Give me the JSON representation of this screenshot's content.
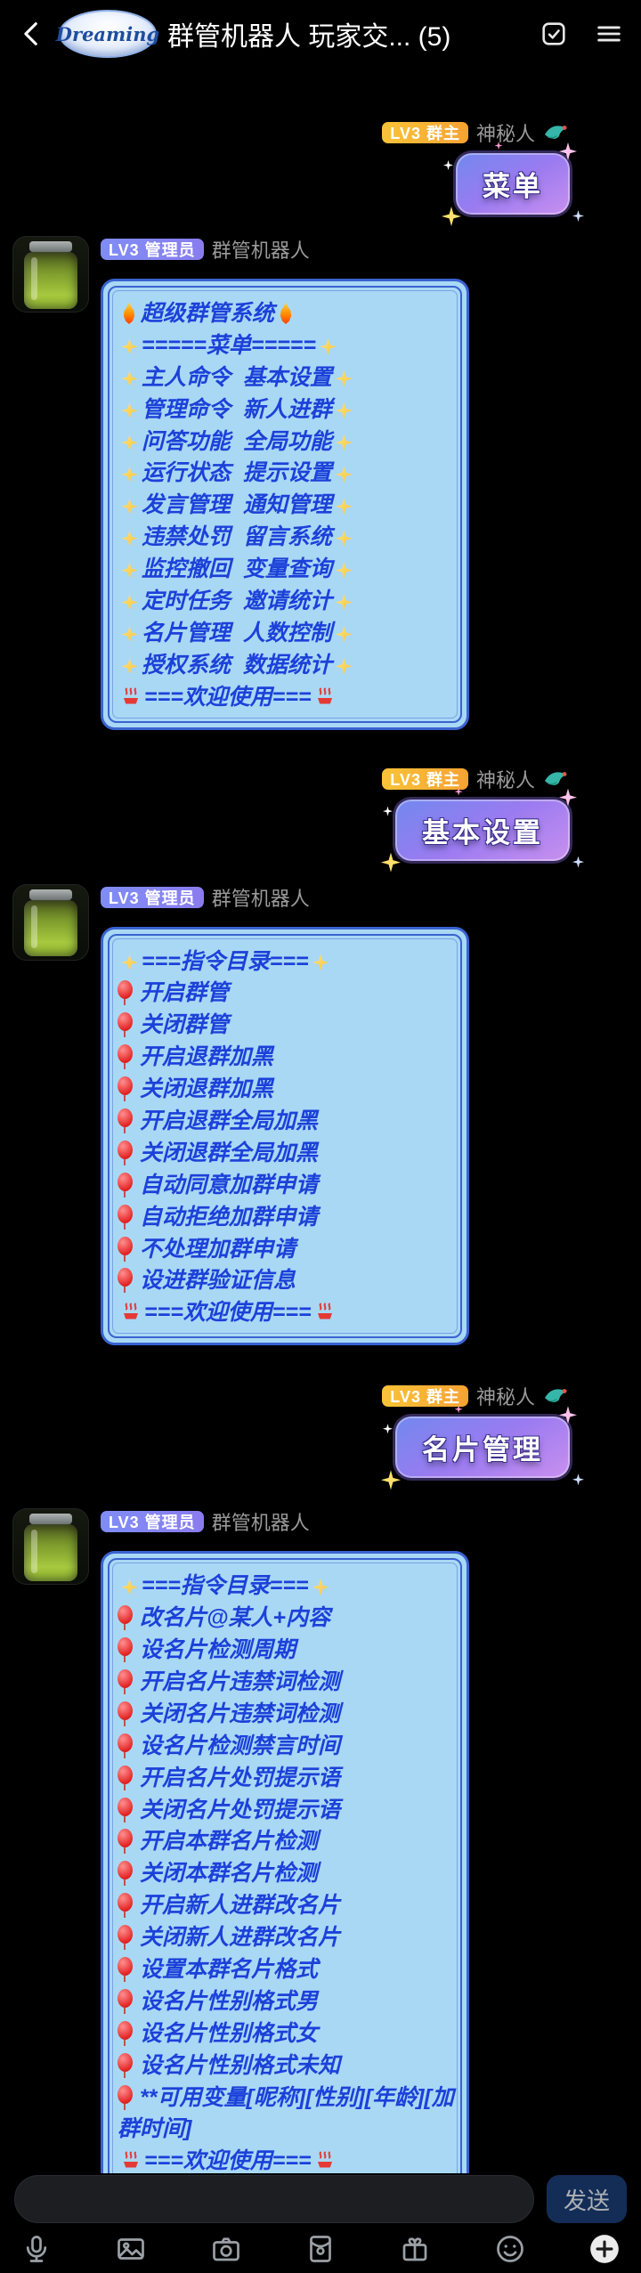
{
  "chrome": {
    "title": "群管机器人 玩家交... (5)",
    "logo_text": "Dreaming"
  },
  "badges": {
    "owner": "LV3 群主",
    "admin": "LV3 管理员"
  },
  "users": {
    "owner": {
      "name": "神秘人",
      "suffix_icon": "bird-icon"
    },
    "bot": {
      "name": "群管机器人",
      "avatar_icon": "pickle-jar-avatar"
    }
  },
  "messages": [
    {
      "side": "right",
      "badge": "owner",
      "sender": "owner",
      "bubble_type": "deco",
      "text": "菜单"
    },
    {
      "side": "left",
      "badge": "admin",
      "sender": "bot",
      "bubble_type": "bot",
      "lines": [
        {
          "l": "fire",
          "t": "超级群管系统",
          "r": "fire"
        },
        {
          "l": "sparkle",
          "t": "=====菜单=====",
          "r": "sparkle"
        },
        {
          "l": "sparkle",
          "t": "主人命令  基本设置",
          "r": "sparkle"
        },
        {
          "l": "sparkle",
          "t": "管理命令  新人进群",
          "r": "sparkle"
        },
        {
          "l": "sparkle",
          "t": "问答功能  全局功能",
          "r": "sparkle"
        },
        {
          "l": "sparkle",
          "t": "运行状态  提示设置",
          "r": "sparkle"
        },
        {
          "l": "sparkle",
          "t": "发言管理  通知管理",
          "r": "sparkle"
        },
        {
          "l": "sparkle",
          "t": "违禁处罚  留言系统",
          "r": "sparkle"
        },
        {
          "l": "sparkle",
          "t": "监控撤回  变量查询",
          "r": "sparkle"
        },
        {
          "l": "sparkle",
          "t": "定时任务  邀请统计",
          "r": "sparkle"
        },
        {
          "l": "sparkle",
          "t": "名片管理  人数控制",
          "r": "sparkle"
        },
        {
          "l": "sparkle",
          "t": "授权系统  数据统计",
          "r": "sparkle"
        },
        {
          "l": "hotspring",
          "t": "===欢迎使用===",
          "r": "hotspring"
        }
      ]
    },
    {
      "side": "right",
      "badge": "owner",
      "sender": "owner",
      "bubble_type": "deco",
      "text": "基本设置"
    },
    {
      "side": "left",
      "badge": "admin",
      "sender": "bot",
      "bubble_type": "bot",
      "lines": [
        {
          "l": "sparkle",
          "t": "===指令目录===",
          "r": "sparkle"
        },
        {
          "l": "balloon",
          "t": "开启群管"
        },
        {
          "l": "balloon",
          "t": "关闭群管"
        },
        {
          "l": "balloon",
          "t": "开启退群加黑"
        },
        {
          "l": "balloon",
          "t": "关闭退群加黑"
        },
        {
          "l": "balloon",
          "t": "开启退群全局加黑"
        },
        {
          "l": "balloon",
          "t": "关闭退群全局加黑"
        },
        {
          "l": "balloon",
          "t": "自动同意加群申请"
        },
        {
          "l": "balloon",
          "t": "自动拒绝加群申请"
        },
        {
          "l": "balloon",
          "t": "不处理加群申请"
        },
        {
          "l": "balloon",
          "t": "设进群验证信息"
        },
        {
          "l": "hotspring",
          "t": "===欢迎使用===",
          "r": "hotspring"
        }
      ]
    },
    {
      "side": "right",
      "badge": "owner",
      "sender": "owner",
      "bubble_type": "deco",
      "text": "名片管理"
    },
    {
      "side": "left",
      "badge": "admin",
      "sender": "bot",
      "bubble_type": "bot",
      "lines": [
        {
          "l": "sparkle",
          "t": "===指令目录===",
          "r": "sparkle"
        },
        {
          "l": "balloon",
          "t": "改名片@某人+内容"
        },
        {
          "l": "balloon",
          "t": "设名片检测周期"
        },
        {
          "l": "balloon",
          "t": "开启名片违禁词检测"
        },
        {
          "l": "balloon",
          "t": "关闭名片违禁词检测"
        },
        {
          "l": "balloon",
          "t": "设名片检测禁言时间"
        },
        {
          "l": "balloon",
          "t": "开启名片处罚提示语"
        },
        {
          "l": "balloon",
          "t": "关闭名片处罚提示语"
        },
        {
          "l": "balloon",
          "t": "开启本群名片检测"
        },
        {
          "l": "balloon",
          "t": "关闭本群名片检测"
        },
        {
          "l": "balloon",
          "t": "开启新人进群改名片"
        },
        {
          "l": "balloon",
          "t": "关闭新人进群改名片"
        },
        {
          "l": "balloon",
          "t": "设置本群名片格式"
        },
        {
          "l": "balloon",
          "t": "设名片性别格式男"
        },
        {
          "l": "balloon",
          "t": "设名片性别格式女"
        },
        {
          "l": "balloon",
          "t": "设名片性别格式未知"
        },
        {
          "l": "balloon",
          "t": "**可用变量[昵称][性别][年龄][加群时间]"
        },
        {
          "l": "hotspring",
          "t": "===欢迎使用===",
          "r": "hotspring"
        }
      ]
    }
  ],
  "composer": {
    "send_label": "发送",
    "input_value": ""
  },
  "toolbar_icons": [
    "mic-icon",
    "image-icon",
    "camera-icon",
    "red-packet-icon",
    "gift-icon",
    "emoji-icon",
    "plus-icon"
  ],
  "theme": {
    "background": "#000000",
    "bot_bubble_bg": "#a9d8f5",
    "bot_bubble_border": "#3a63d0",
    "bot_text": "#1c41d9",
    "owner_badge": "#f7a233",
    "admin_badge": "#8a7cf0",
    "deco_gradient_start": "#7288ef",
    "deco_gradient_end": "#c990ef",
    "send_bg": "rgba(47,111,214,0.55)"
  }
}
